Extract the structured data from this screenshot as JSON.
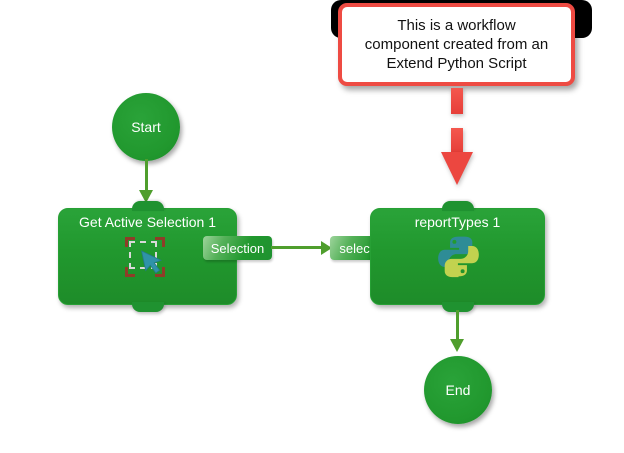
{
  "annotation": {
    "lines": [
      "This is a workflow",
      "component created from an",
      "Extend Python Script"
    ],
    "full_text": "This is a workflow component created from an Extend Python Script",
    "border_color": "#ee4b43",
    "background": "#ffffff",
    "text_color": "#111111",
    "backdrop_color": "#000000",
    "arrow_color": "#ec4740"
  },
  "workflow": {
    "start_node": {
      "label": "Start"
    },
    "end_node": {
      "label": "End"
    },
    "selection_node": {
      "title": "Get Active Selection 1",
      "output_port_label": "Selection",
      "icon": "selection-cursor-icon"
    },
    "python_node": {
      "title": "reportTypes 1",
      "input_port_label": "selection",
      "icon": "python-icon"
    }
  },
  "colors": {
    "node_green": "#21982e",
    "node_green_dark": "#1e8c29",
    "connector_green": "#4f9e2d",
    "port_gradient_light": "#9ed49c",
    "python_teal": "#2e8c96",
    "python_yellow": "#c2d24f",
    "selection_corner_red": "#8f3d28",
    "annotation_red": "#ee4b43",
    "label_text": "#ffffff"
  }
}
